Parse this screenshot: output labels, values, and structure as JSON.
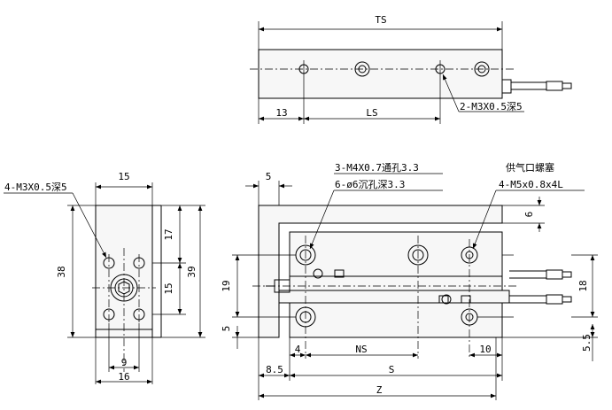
{
  "top_view": {
    "dim_total": "TS",
    "dim_offset": "13",
    "dim_pitch": "LS",
    "thread_note": "2-M3X0.5深5"
  },
  "left_view": {
    "thread_note": "4-M3X0.5深5",
    "dim_top_width": "15",
    "dim_height_outer": "38",
    "dim_height_side": "39",
    "dim_upper": "17",
    "dim_middle": "15",
    "dim_hole_pitch": "9",
    "dim_bottom_width": "16"
  },
  "front_view": {
    "note_line_1": "3-M4X0.7通孔3.3",
    "note_line_2": "6-ø6沉孔深3.3",
    "supply_label": "供气口螺塞",
    "supply_spec": "4-M5x0.8x4L",
    "dim_plate": "5",
    "dim_top_step": "6",
    "dim_height_left": "19",
    "dim_bottom_left": "5",
    "dim_height_right": "18",
    "dim_bottom_right": "5.5",
    "dim_edge": "4",
    "dim_ns": "NS",
    "dim_right": "10",
    "dim_offset": "8.5",
    "dim_s": "S",
    "dim_z": "Z"
  }
}
